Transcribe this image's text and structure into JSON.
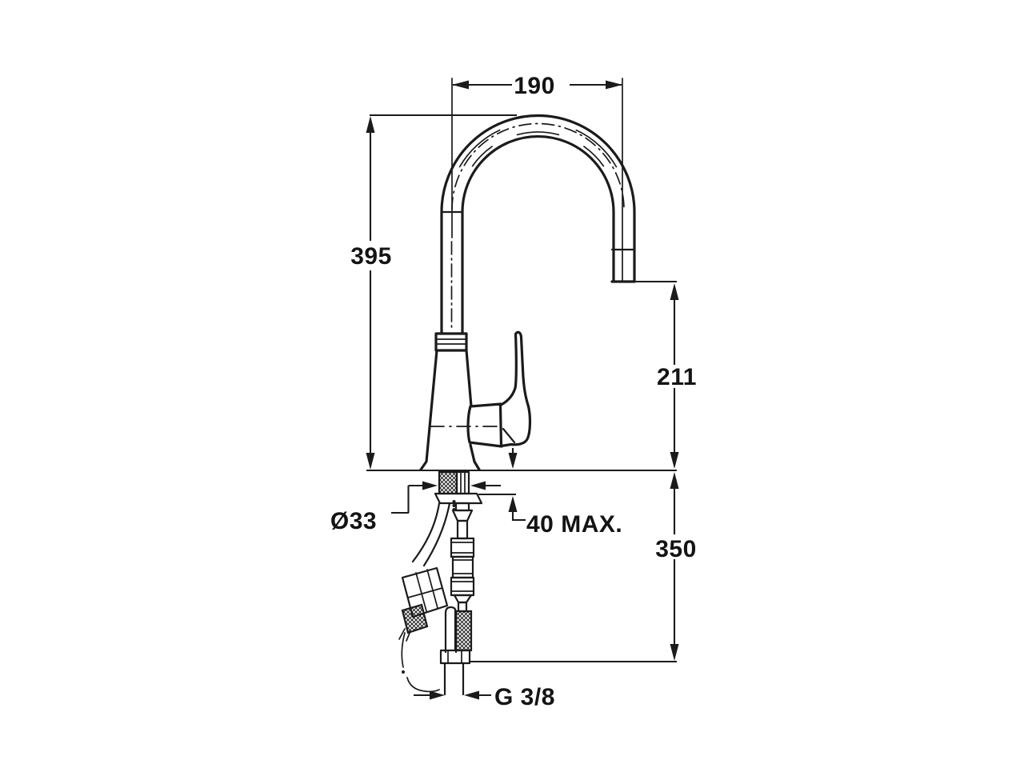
{
  "drawing": {
    "labels": {
      "spout_reach": "190",
      "spout_height": "395",
      "outlet_to_deck": "211",
      "below_deck_depth": "350",
      "base_diameter": "Ø33",
      "deck_thickness_max": "40 MAX.",
      "connection_thread": "G 3/8"
    },
    "colors": {
      "line": "#1b1b1b",
      "background": "#ffffff"
    }
  }
}
